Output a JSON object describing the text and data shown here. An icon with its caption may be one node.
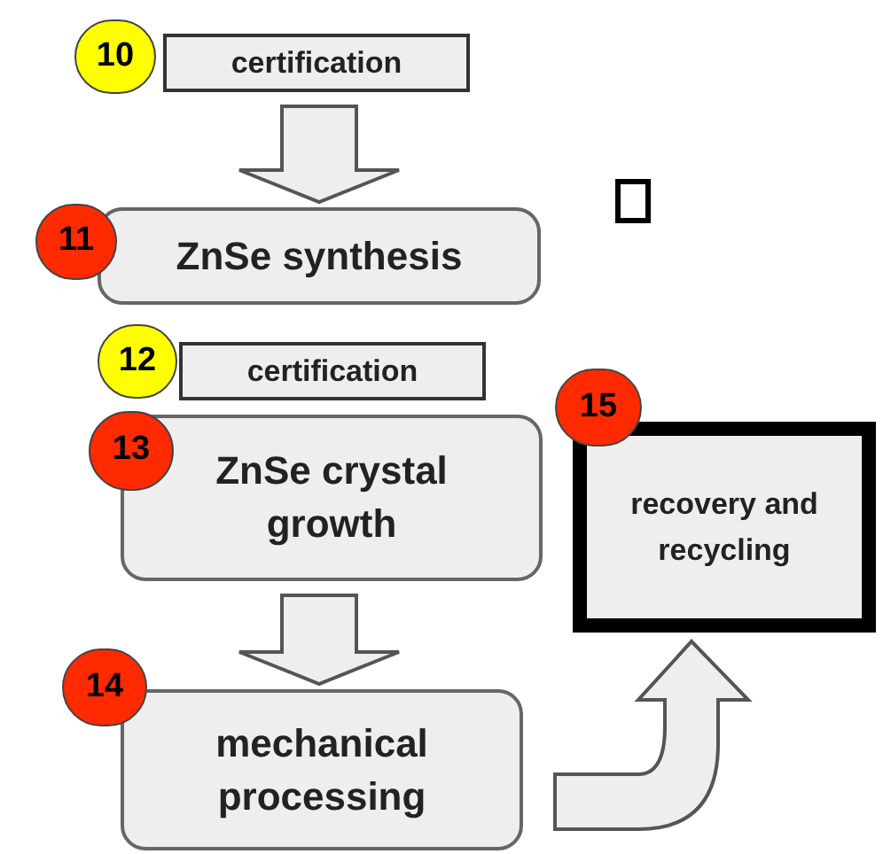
{
  "diagram": {
    "nodes": [
      {
        "text": [
          "10"
        ]
      },
      {
        "text": [
          "certification"
        ]
      },
      {
        "text": [
          "11"
        ]
      },
      {
        "text": [
          "ZnSe synthesis"
        ]
      },
      {
        "text": [],
        "shape": "box"
      },
      {
        "text": [
          "12"
        ]
      },
      {
        "text": [
          "certification"
        ]
      },
      {
        "text": [
          "13"
        ]
      },
      {
        "text": [
          "ZnSe crystal growth"
        ]
      },
      {
        "text": [
          "15"
        ]
      },
      {
        "text": [
          "recovery and recycling"
        ]
      },
      {
        "text": [
          "14"
        ]
      },
      {
        "text": [
          "mechanical processing"
        ]
      }
    ],
    "edges": [
      {
        "from": 1,
        "to": 3,
        "arrow": "to"
      },
      {
        "from": 8,
        "to": 12,
        "arrow": "to"
      },
      {
        "from": 12,
        "to": 10,
        "arrow": "to"
      }
    ]
  }
}
